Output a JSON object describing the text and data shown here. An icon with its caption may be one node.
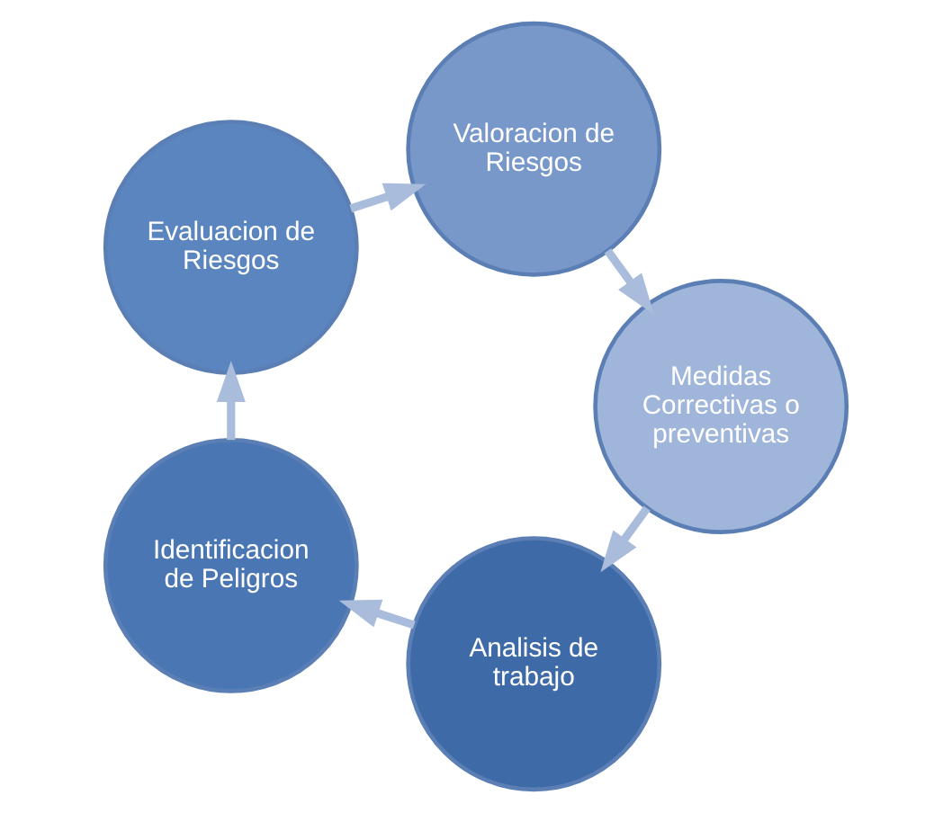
{
  "diagram": {
    "nodes": [
      {
        "text": [
          "Analisis de trabajo"
        ]
      },
      {
        "text": [
          "Identificacion de Peligros"
        ]
      },
      {
        "text": [
          "Evaluacion de Riesgos"
        ]
      },
      {
        "text": [
          "Valoracion de Riesgos"
        ]
      },
      {
        "text": [
          "Medidas Correctivas o preventivas"
        ]
      }
    ],
    "edges": [
      {
        "from": 0,
        "to": 1,
        "arrow": "to"
      },
      {
        "from": 1,
        "to": 2,
        "arrow": "to"
      },
      {
        "from": 2,
        "to": 3,
        "arrow": "to"
      },
      {
        "from": 3,
        "to": 4,
        "arrow": "to"
      },
      {
        "from": 4,
        "to": 0,
        "arrow": "to"
      }
    ]
  }
}
